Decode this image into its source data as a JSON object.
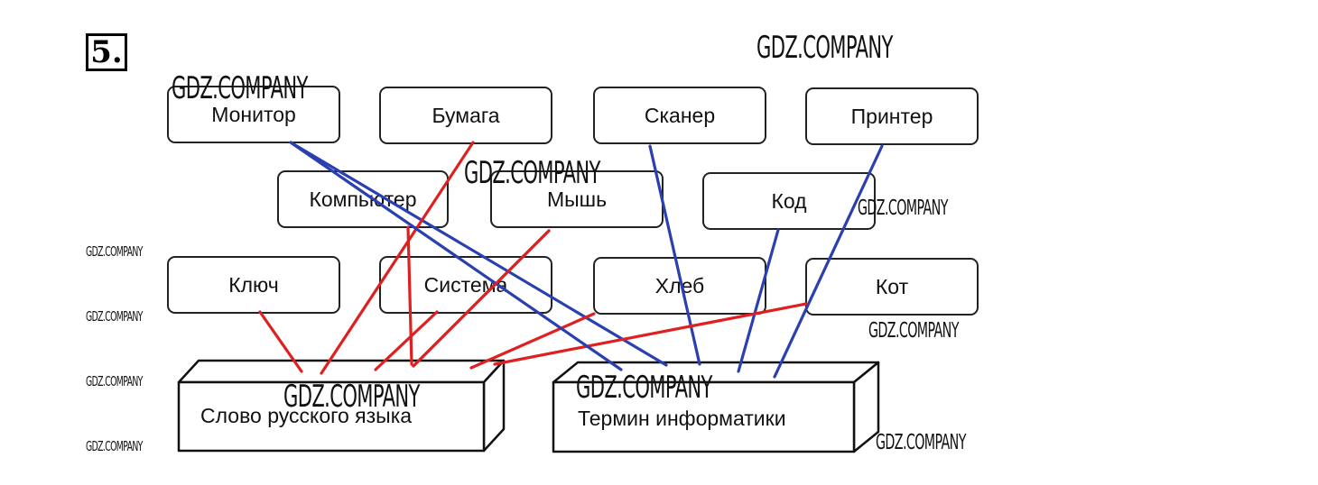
{
  "exercise_number": "5.",
  "words": [
    {
      "id": "monitor",
      "label": "Монитор",
      "category": "term"
    },
    {
      "id": "bumaga",
      "label": "Бумага",
      "category": "word"
    },
    {
      "id": "skaner",
      "label": "Сканер",
      "category": "term"
    },
    {
      "id": "printer",
      "label": "Принтер",
      "category": "term"
    },
    {
      "id": "kompyuter",
      "label": "Компьютер",
      "category": "word"
    },
    {
      "id": "mysh",
      "label": "Мышь",
      "category": "word"
    },
    {
      "id": "kod",
      "label": "Код",
      "category": "term"
    },
    {
      "id": "klyuch",
      "label": "Ключ",
      "category": "word"
    },
    {
      "id": "sistema",
      "label": "Система",
      "category": "word"
    },
    {
      "id": "hleb",
      "label": "Хлеб",
      "category": "word"
    },
    {
      "id": "kot",
      "label": "Кот",
      "category": "word"
    }
  ],
  "categories": {
    "word": {
      "label": "Слово русского языка",
      "color": "#e02020"
    },
    "term": {
      "label": "Термин информатики",
      "color": "#2a3fb0"
    }
  },
  "extra_links": [
    {
      "from": "monitor",
      "to": "term"
    },
    {
      "from": "mysh",
      "to": "word"
    }
  ],
  "watermark": "GDZ.COMPANY"
}
